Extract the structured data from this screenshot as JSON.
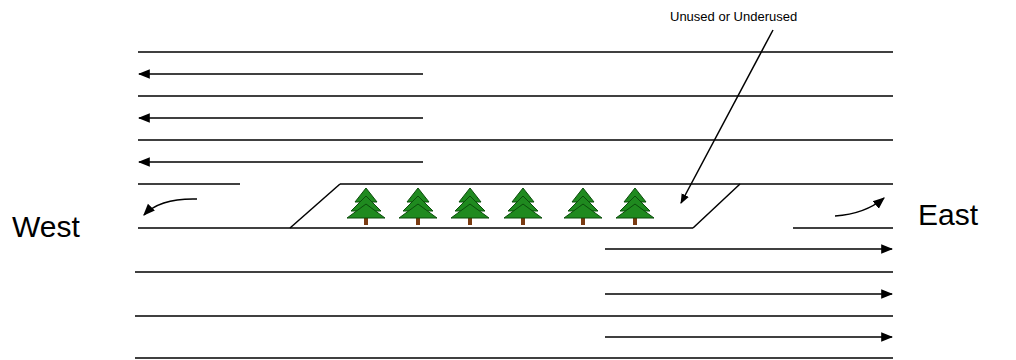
{
  "diagram": {
    "labels": [
      "Unused or Underused",
      "West",
      "East"
    ]
  }
}
